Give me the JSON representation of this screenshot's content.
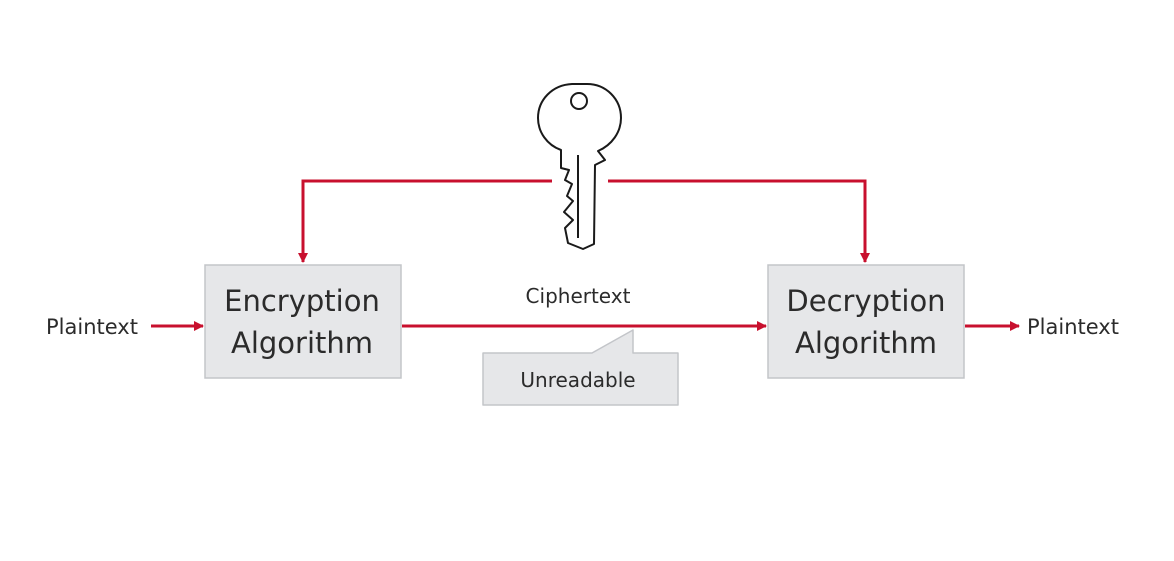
{
  "diagram": {
    "plaintext_in": "Plaintext",
    "plaintext_out": "Plaintext",
    "ciphertext": "Ciphertext",
    "unreadable": "Unreadable",
    "encryption": {
      "line1": "Encryption",
      "line2": "Algorithm"
    },
    "decryption": {
      "line1": "Decryption",
      "line2": "Algorithm"
    },
    "icons": {
      "key": "key-icon"
    }
  },
  "colors": {
    "arrow": "#c8102e",
    "box_fill": "#e6e7e9",
    "box_border": "#c3c5c9",
    "text": "#2b2b2b",
    "key_stroke": "#1a1a1a"
  }
}
